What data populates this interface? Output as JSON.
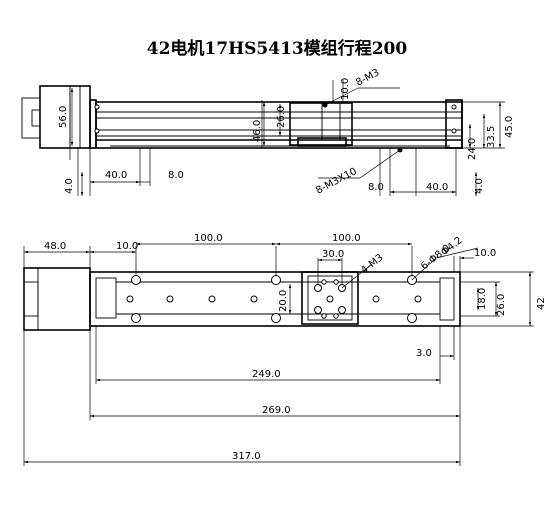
{
  "title": "42电机17HS5413模组行程200",
  "top_view_labels": {
    "motor_size": "56.0",
    "d10": "10.0",
    "d8m3": "8-M3",
    "d26": "26.0",
    "d46": "46.0",
    "d24": "24.0",
    "d33_5": "33.5",
    "d45": "45.0",
    "d4_left": "4.0",
    "d40_left": "40.0",
    "d8_left": "8.0",
    "d8m3x10": "8-M3X10",
    "d8_right": "8.0",
    "d40_right": "40.0",
    "d4_right": "4.0"
  },
  "front_view_labels": {
    "d48": "48.0",
    "d10_left": "10.0",
    "d100_left": "100.0",
    "d100_right": "100.0",
    "d30": "30.0",
    "d4m3": "4-M3",
    "d6_phi": "6-Φ8.0",
    "phi4_2": "Φ4.2",
    "d10_right": "10.0",
    "d20": "20.0",
    "d18": "18.0",
    "d26": "26.0",
    "d42": "42",
    "d3": "3.0",
    "d249": "249.0",
    "d269": "269.0",
    "d317": "317.0"
  }
}
